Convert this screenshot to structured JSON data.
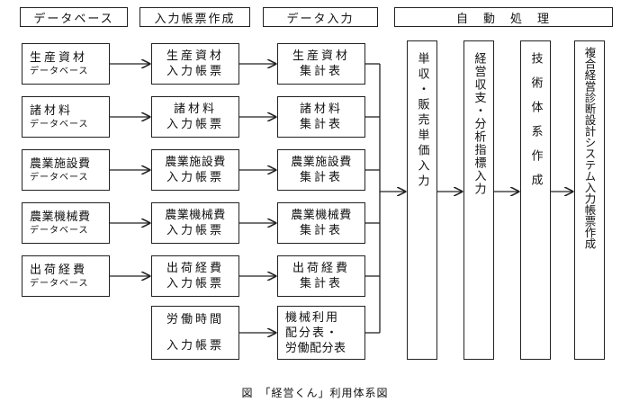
{
  "headers": [
    "データベース",
    "入力帳票作成",
    "データ入力",
    "自　動　処　理"
  ],
  "rows": [
    {
      "db": [
        "生産資材",
        "データベース"
      ],
      "form": [
        "生産資材",
        "入力帳票"
      ],
      "tally": [
        "生産資材",
        "集計表"
      ]
    },
    {
      "db": [
        "諸材料",
        "データベース"
      ],
      "form": [
        "諸材料",
        "入力帳票"
      ],
      "tally": [
        "諸材料",
        "集計表"
      ]
    },
    {
      "db": [
        "農業施設費",
        "データベース"
      ],
      "form": [
        "農業施設費",
        "入力帳票"
      ],
      "tally": [
        "農業施設費",
        "集計表"
      ]
    },
    {
      "db": [
        "農業機械費",
        "データベース"
      ],
      "form": [
        "農業機械費",
        "入力帳票"
      ],
      "tally": [
        "農業機械費",
        "集計表"
      ]
    },
    {
      "db": [
        "出荷経費",
        "データベース"
      ],
      "form": [
        "出荷経費",
        "入力帳票"
      ],
      "tally": [
        "出荷経費",
        "集計表"
      ]
    },
    {
      "db": null,
      "form": [
        "労働時間",
        "入力帳票"
      ],
      "tally": [
        "機械利用",
        "配分表・",
        "労働配分表"
      ]
    }
  ],
  "auto": [
    "単収・販売単価入力",
    "経営収支・分析指標入力",
    "技術体系作成",
    "複合経営診断設計システム入力帳票作成"
  ],
  "caption": "図　「経営くん」利用体系図"
}
